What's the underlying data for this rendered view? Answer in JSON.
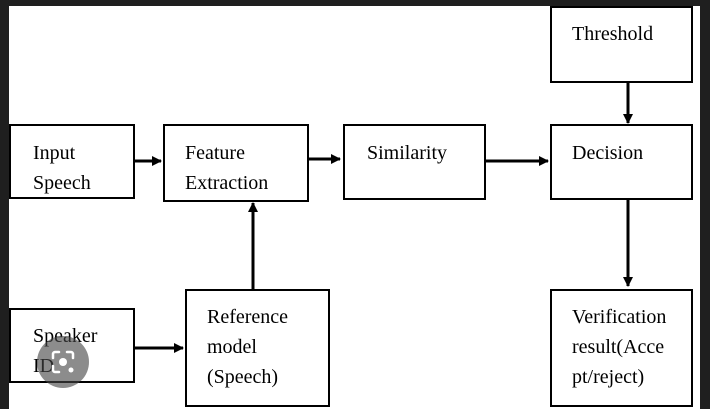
{
  "diagram": {
    "nodes": {
      "input_speech": "Input\nSpeech",
      "feature_extraction": "Feature\nExtraction",
      "similarity": "Similarity",
      "threshold": "Threshold",
      "decision": "Decision",
      "speaker_id": "Speaker\nID",
      "reference_model": "Reference\nmodel\n(Speech)",
      "verification_result": "Verification\nresult(Acce\npt/reject)"
    }
  },
  "colors": {
    "stroke": "#000000",
    "background": "#ffffff",
    "frame": "#1f1f1f"
  },
  "overlay_icon": "lens-search-icon"
}
